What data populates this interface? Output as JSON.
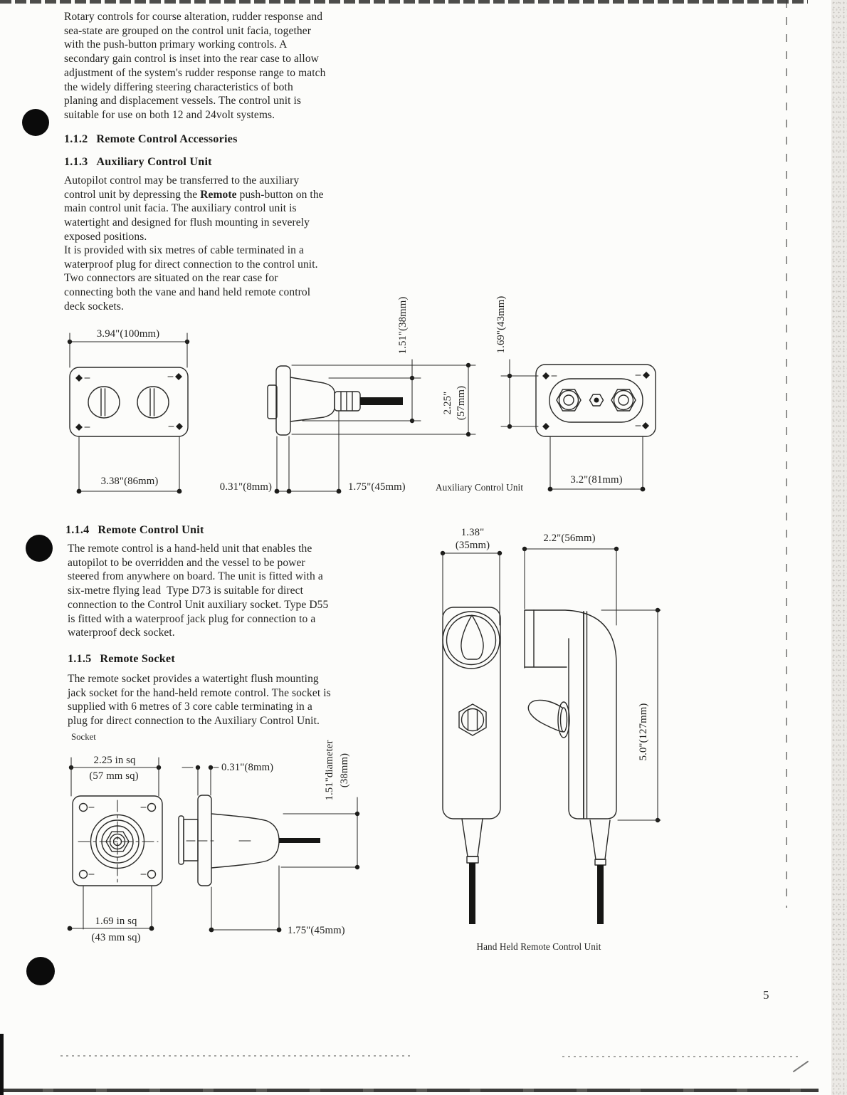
{
  "page": {
    "number": "5"
  },
  "intro": {
    "text": "Rotary controls for course alteration, rudder response and\nsea-state are grouped on the control unit facia, together\nwith the push-button primary working controls. A\nsecondary gain control is inset into the rear case to allow\nadjustment of the system's rudder response range to match\nthe widely differing steering characteristics of both\nplaning and displacement vessels. The control unit is\nsuitable for use on both 12 and 24volt systems."
  },
  "sections": {
    "s112": {
      "num": "1.1.2",
      "title": "Remote Control Accessories"
    },
    "s113": {
      "num": "1.1.3",
      "title": "Auxiliary Control Unit",
      "p1_pre": "Autopilot control may be transferred to the auxiliary\ncontrol unit by depressing the ",
      "p1_bold": "Remote",
      "p1_post": " push-button on the\nmain control unit facia. The auxiliary control unit is\nwatertight and designed for flush mounting in severely\nexposed positions.",
      "p2": "It is provided with six metres of cable terminated in a\nwaterproof plug for direct connection to the control unit.\nTwo connectors are situated on the rear case for\nconnecting both the vane and hand held remote control\ndeck sockets."
    },
    "s114": {
      "num": "1.1.4",
      "title": "Remote Control Unit",
      "p1": "The remote control is a hand-held unit that enables the\nautopilot to be overridden and the vessel to be power\nsteered from anywhere on board. The unit is fitted with a\nsix-metre flying lead  Type D73 is suitable for direct\nconnection to the Control Unit auxiliary socket. Type D55\nis fitted with a waterproof jack plug for connection to a\nwaterproof deck socket."
    },
    "s115": {
      "num": "1.1.5",
      "title": "Remote Socket",
      "p1": "The remote socket provides a watertight flush mounting\njack socket for the hand-held remote control. The socket is\nsupplied with 6 metres of 3 core cable terminating in a\nplug for direct connection to the Auxiliary Control Unit."
    }
  },
  "aux": {
    "front_width": "3.94\"(100mm)",
    "front_hole_spacing": "3.38\"(86mm)",
    "side_recess": "1.51\"(38mm)",
    "side_height_in": "2.25\"",
    "side_height_mm": "(57mm)",
    "side_flange": "0.31\"(8mm)",
    "side_depth": "1.75\"(45mm)",
    "caption": "Auxiliary Control Unit",
    "rear_hole_spacing_v": "1.69\"(43mm)",
    "rear_hole_spacing_h": "3.2\"(81mm)"
  },
  "socket": {
    "label": "Socket",
    "outer_in": "2.25 in sq",
    "outer_mm": "(57 mm sq)",
    "hole_in": "1.69 in sq",
    "hole_mm": "(43 mm sq)",
    "flange": "0.31\"(8mm)",
    "diameter_in": "1.51\"diameter",
    "diameter_mm": "(38mm)",
    "depth": "1.75\"(45mm)"
  },
  "handheld": {
    "width_in": "1.38\"",
    "width_mm": "(35mm)",
    "depth": "2.2\"(56mm)",
    "height": "5.0\"(127mm)",
    "caption": "Hand Held Remote Control Unit"
  }
}
